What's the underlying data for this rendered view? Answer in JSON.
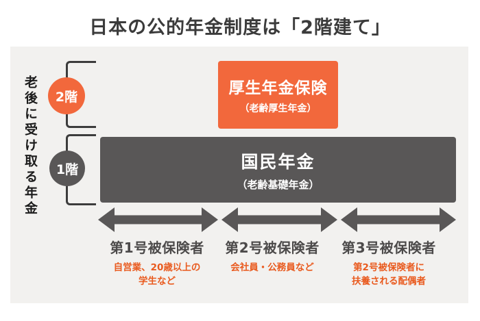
{
  "title": "日本の公的年金制度は「2階建て」",
  "side_label": "老後に受け取る年金",
  "colors": {
    "accent_orange": "#f2683c",
    "orange_text": "#e95a1e",
    "dark_gray": "#595757",
    "panel_background": "#f2f1ef",
    "title_text": "#3b3b3b"
  },
  "floors": [
    {
      "badge": "2階",
      "box_title": "厚生年金保険",
      "box_subtitle": "（老齢厚生年金）"
    },
    {
      "badge": "1階",
      "box_title": "国民年金",
      "box_subtitle": "（老齢基礎年金）"
    }
  ],
  "categories": [
    {
      "label": "第1号被保険者",
      "desc_line1": "自営業、20歳以上の",
      "desc_line2": "学生など"
    },
    {
      "label": "第2号被保険者",
      "desc_line1": "会社員・公務員など",
      "desc_line2": ""
    },
    {
      "label": "第3号被保険者",
      "desc_line1": "第2号被保険者に",
      "desc_line2": "扶養される配偶者"
    }
  ]
}
